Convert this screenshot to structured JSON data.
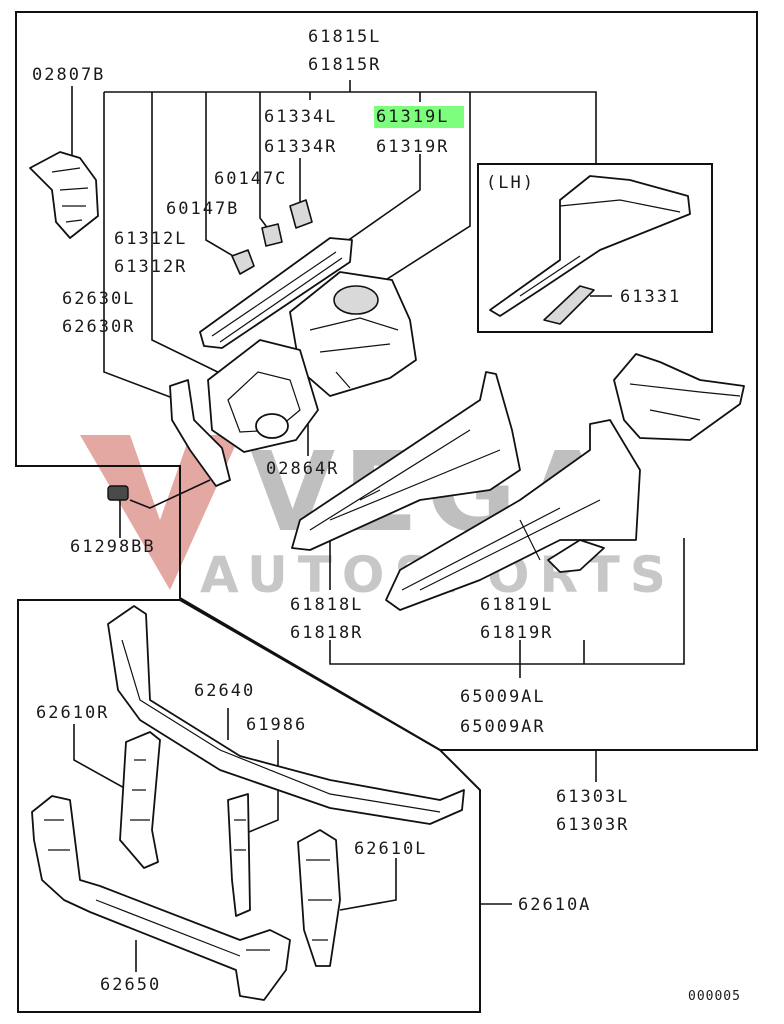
{
  "labels": {
    "p61815": [
      "61815L",
      "61815R"
    ],
    "p02807": "02807B",
    "p61334": [
      "61334L",
      "61334R"
    ],
    "p61319": [
      "61319L",
      "61319R"
    ],
    "p60147c": "60147C",
    "p60147b": "60147B",
    "p61312": [
      "61312L",
      "61312R"
    ],
    "p62630": [
      "62630L",
      "62630R"
    ],
    "lh": "(LH)",
    "p61331": "61331",
    "p02864": "02864R",
    "p61298": "61298BB",
    "p61818": [
      "61818L",
      "61818R"
    ],
    "p61819": [
      "61819L",
      "61819R"
    ],
    "p65009": [
      "65009AL",
      "65009AR"
    ],
    "p62640": "62640",
    "p62610r": "62610R",
    "p61986": "61986",
    "p61303": [
      "61303L",
      "61303R"
    ],
    "p62610l": "62610L",
    "p62610a": "62610A",
    "p62650": "62650",
    "code": "000005"
  },
  "highlight_color": "#7dff7d",
  "watermark": {
    "line1": "VEGA",
    "line2": "AUTOSPORTS",
    "accent_color": "#c0392b",
    "text_color": "#8c8c8c"
  }
}
